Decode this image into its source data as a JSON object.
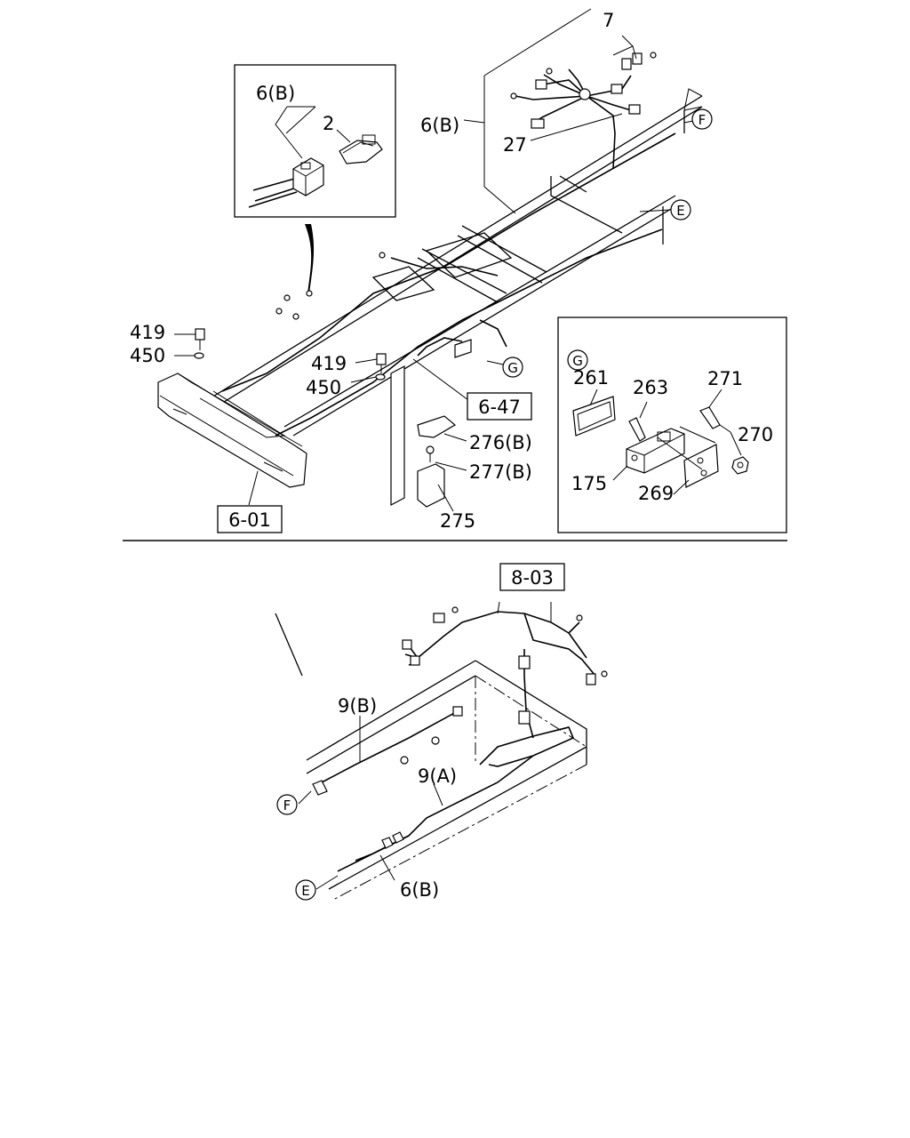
{
  "diagram": {
    "inset_top_left": {
      "labels": [
        "6(B)",
        "2"
      ]
    },
    "main_top": {
      "labels": [
        "7",
        "6(B)",
        "27",
        "419",
        "450",
        "419",
        "450",
        "276(B)",
        "277(B)",
        "275"
      ],
      "callouts": [
        "F",
        "E",
        "G"
      ],
      "refs": [
        "6-47",
        "6-01"
      ]
    },
    "inset_g": {
      "circle": "G",
      "labels": [
        "261",
        "263",
        "271",
        "270",
        "175",
        "269"
      ]
    },
    "bottom": {
      "ref": "8-03",
      "labels": [
        "9(B)",
        "9(A)",
        "6(B)"
      ],
      "callouts": [
        "F",
        "E"
      ]
    }
  }
}
